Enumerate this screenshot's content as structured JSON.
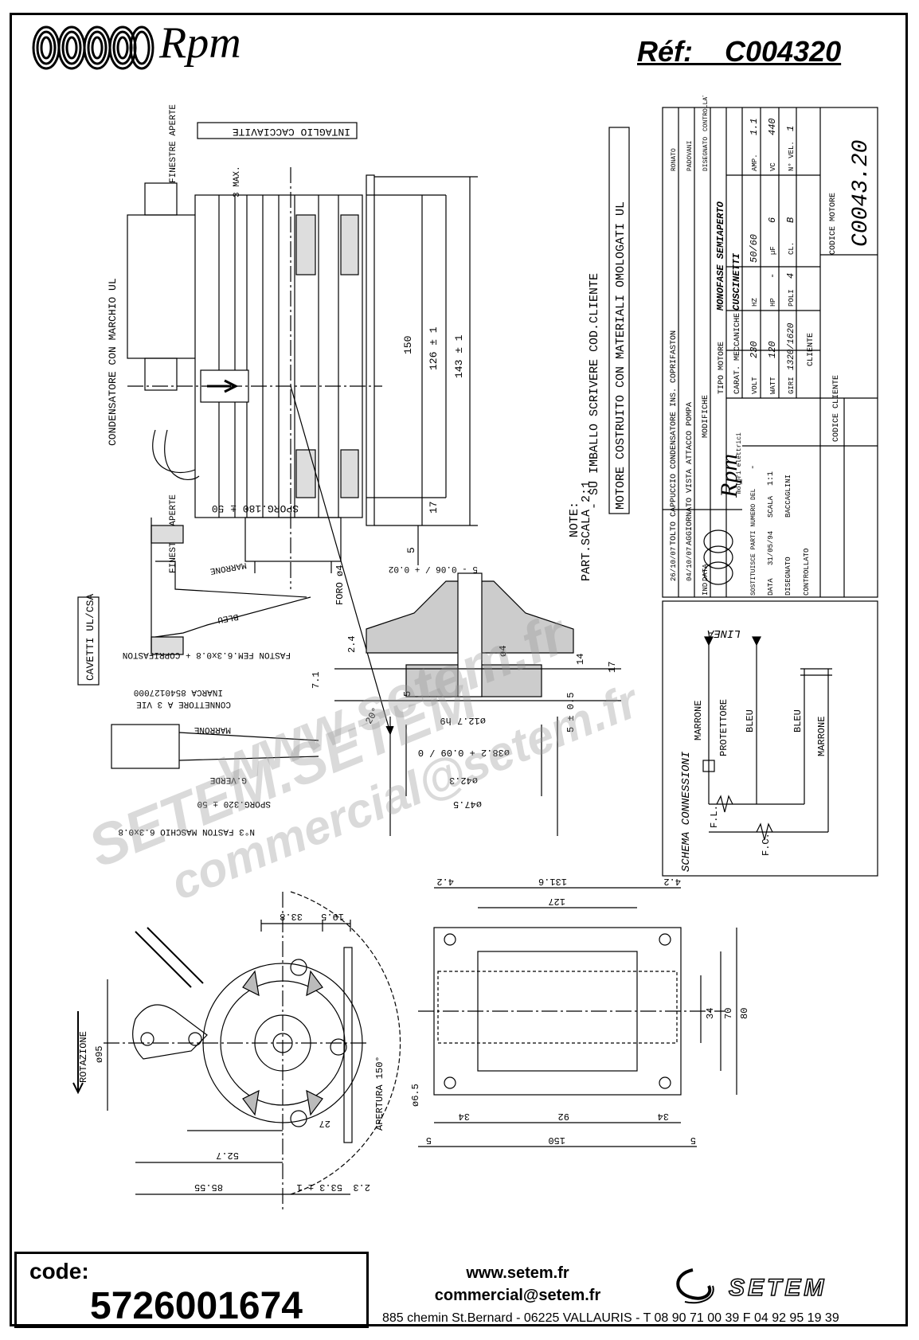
{
  "header": {
    "brand": "Rpm",
    "ref_label": "Réf:",
    "ref_value": "C004320"
  },
  "drawing": {
    "label_finestre_aperte": "FINESTRE APERTE",
    "label_intaglio": "INTAGLIO CACCIAVITE",
    "label_condensatore": "CONDENSATORE CON MARCHIO UL",
    "label_3max": "3 MAX.",
    "dim_150": "150",
    "dim_126": "126 ± 1",
    "dim_143": "143 ± 1",
    "dim_17": "17",
    "dim_5": "5",
    "label_foro": "FORO ø4",
    "note_title": "NOTE:",
    "note_1": "- SU IMBALLO SCRIVERE COD.CLIENTE",
    "note_2": "MOTORE COSTRUITO CON MATERIALI OMOLOGATI UL",
    "sporg_180": "SPORG.180 ± 50",
    "marrone": "MARRONE",
    "bleu": "BLEU",
    "cavetti": "CAVETTI UL/CSA",
    "faston_fem": "FASTON FEM.6.3x0.8 + COPRIFASTON",
    "connettore": "CONNETTORE A 3 VIE",
    "inarca": "INARCA 8540127000",
    "g_verde": "G.VERDE",
    "sporg_320": "SPORG.320 ± 50",
    "faston_maschio": "N°3 FASTON MASCHIO 6.3x0.8",
    "part_scala": "PART.SCALA 2:1",
    "dim_5_006": "5 - 0.06 / + 0.02",
    "dim_2_4": "2.4",
    "dim_7_1": "7.1",
    "dim_phi4": "ø4",
    "dim_14": "14",
    "dim_17b": "17",
    "dim_5_05": "5 ± 0.5",
    "dim_5b": "5",
    "dim_phi12_7": "ø12.7 h9",
    "dim_phi38_2": "ø38.2 + 0.09 / 0",
    "dim_phi42_3": "ø42.3",
    "dim_phi47_5": "ø47.5",
    "dim_20deg": "20°",
    "dim_33_8": "33.8",
    "dim_19_5": "19.5",
    "dim_phi95": "ø95",
    "rotazione": "ROTAZIONE",
    "apertura": "APERTURA 150°",
    "dim_27": "27",
    "dim_52_7": "52.7",
    "dim_85_55": "85.55",
    "dim_53_3": "53.3 ± 1",
    "dim_2_3": "2.3",
    "dim_131_6": "131.6",
    "dim_4_2a": "4.2",
    "dim_4_2b": "4.2",
    "dim_127": "127",
    "dim_34v": "34",
    "dim_70": "70",
    "dim_80": "80",
    "dim_phi6_5": "ø6.5",
    "dim_34a": "34",
    "dim_92": "92",
    "dim_34b": "34",
    "dim_5c": "5",
    "dim_150b": "150",
    "dim_5d": "5"
  },
  "schema": {
    "title": "SCHEMA CONNESSIONI",
    "linea": "LINEA",
    "marrone": "MARRONE",
    "protettore": "PROTETTORE",
    "bleu": "BLEU",
    "bleu2": "BLEU",
    "marrone2": "MARRONE",
    "fl": "F.L.",
    "fc": "F.C."
  },
  "title_block": {
    "rev7_date": "26/10/07",
    "rev7_text": "TOLTO CAPPUCCIO CONDENSATORE INS. COPRIFASTON",
    "rev6_date": "04/10/07",
    "rev6_text": "AGGIORNATO VISTA ATTACCO POMPA",
    "col_ind": "IND.",
    "col_data": "DATA",
    "col_modifiche": "MODIFICHE",
    "col_dis": "DISEGNATO",
    "col_ctrl": "CONTROLLATO",
    "name1": "RONATO",
    "name2": "PADOVANI",
    "tipo_motore_label": "TIPO MOTORE",
    "tipo_motore": "MONOFASE SEMIAPERTO",
    "carat_label": "CARAT. MECCANICHE",
    "carat": "CUSCINETTI",
    "volt_label": "VOLT",
    "volt": "230",
    "hz_label": "HZ",
    "hz": "50/60",
    "amp_label": "AMP.",
    "amp": "1.1",
    "watt_label": "WATT",
    "watt": "120",
    "hp_label": "HP",
    "hp": "-",
    "uf_label": "µF",
    "uf": "6",
    "vc_label": "VC",
    "vc": "440",
    "giri_label": "GIRI",
    "giri": "1320/1620",
    "poli_label": "POLI",
    "poli": "4",
    "cl_label": "CL.",
    "cl": "B",
    "nvel_label": "N° VEL.",
    "nvel": "1",
    "codice_motore_label": "CODICE MOTORE",
    "codice_motore": "C0043.20",
    "cliente_label": "CLIENTE",
    "codice_cliente_label": "CODICE CLIENTE",
    "sostituisce": "SOSTITUISCE PARTI NUMERO DEL",
    "sostituisce_val": "-",
    "data_label": "DATA",
    "data": "31/05/94",
    "scala_label": "SCALA",
    "scala": "1:1",
    "disegnato_label": "DISEGNATO",
    "disegnato": "BACCAGLINI",
    "controllato_label": "CONTROLLATO",
    "rpm": "Rpm",
    "motori": "motori elettrici"
  },
  "watermarks": {
    "w1": "www.setem.fr",
    "w2": "SETEM.SETEM",
    "w3": "commercial@setem.fr"
  },
  "footer": {
    "code_label": "code:",
    "code_value": "5726001674",
    "web": "www.setem.fr",
    "email": "commercial@setem.fr",
    "address": "885 chemin St.Bernard  -  06225 VALLAURIS  -  T 08 90 71 00 39   F 04 92 95 19 39",
    "setem_brand": "SETEM"
  }
}
